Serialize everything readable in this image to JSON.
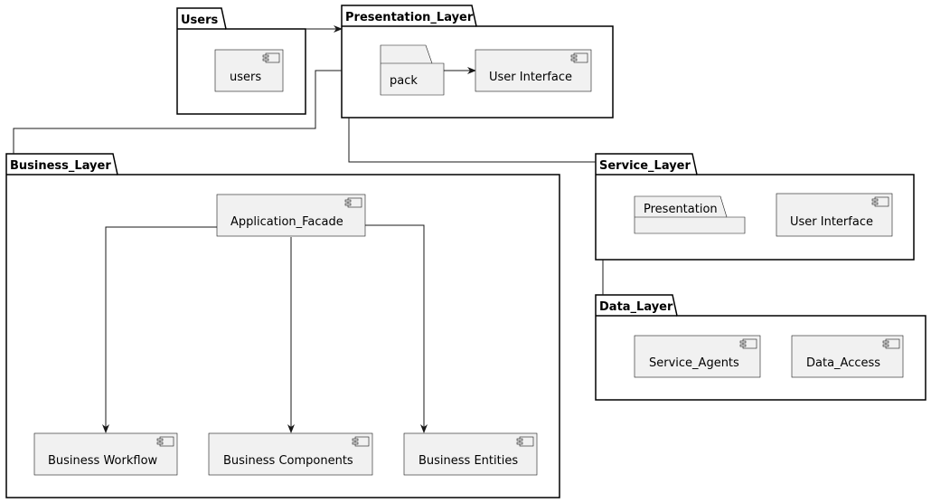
{
  "packages": {
    "users": "Users",
    "presentation": "Presentation_Layer",
    "business": "Business_Layer",
    "service": "Service_Layer",
    "data": "Data_Layer"
  },
  "components": {
    "users": "users",
    "ui_presentation": "User Interface",
    "application_facade": "Application_Facade",
    "business_workflow": "Business Workflow",
    "business_components": "Business Components",
    "business_entities": "Business Entities",
    "ui_service": "User Interface",
    "service_agents": "Service_Agents",
    "data_access": "Data_Access"
  },
  "folders": {
    "pack": "pack",
    "presentation": "Presentation"
  }
}
